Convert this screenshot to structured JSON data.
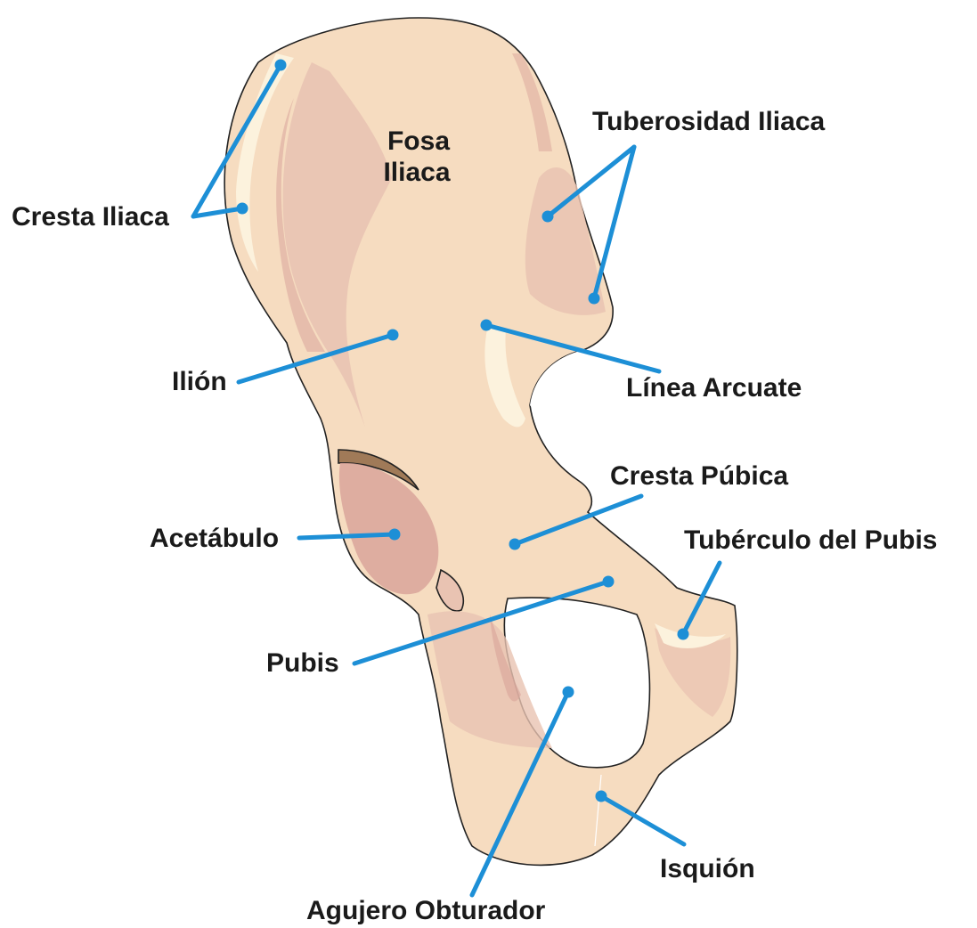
{
  "diagram": {
    "colors": {
      "bone": "#f6dcc0",
      "bone_shadow": "#e9c3b2",
      "bone_deep": "#d9a49a",
      "bone_highlight": "#fcf2dd",
      "cartilage": "#a07a58",
      "leader": "#1d8fd6",
      "outline": "#222222"
    },
    "labels": {
      "fosa_iliaca_1": "Fosa",
      "fosa_iliaca_2": "Iliaca",
      "tuberosidad_iliaca": "Tuberosidad Iliaca",
      "cresta_iliaca": "Cresta Iliaca",
      "ilion": "Ilión",
      "linea_arcuate": "Línea Arcuate",
      "cresta_pubica": "Cresta Púbica",
      "acetabulo": "Acetábulo",
      "tuberculo_pubis": "Tubérculo del Pubis",
      "pubis": "Pubis",
      "isquion": "Isquión",
      "agujero_obturador": "Agujero Obturador"
    }
  }
}
